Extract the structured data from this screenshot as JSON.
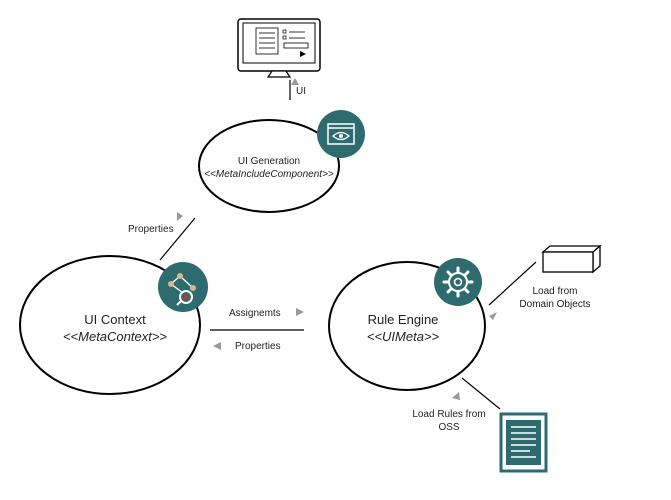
{
  "colors": {
    "accent": "#2e6b6f",
    "arrow": "#9a9a9a",
    "stroke": "#000000"
  },
  "nodes": {
    "ui_generation": {
      "title": "UI Generation",
      "subtitle": "<<MetaIncludeComponent>>",
      "icon": "eye-window-icon"
    },
    "ui_context": {
      "title": "UI Context",
      "subtitle": "<<MetaContext>>",
      "icon": "network-graph-icon"
    },
    "rule_engine": {
      "title": "Rule Engine",
      "subtitle": "<<UIMeta>>",
      "icon": "gear-icon"
    }
  },
  "labels": {
    "ui": "UI",
    "properties_top": "Properties",
    "assignments": "Assignemts",
    "properties_bottom": "Properties",
    "load_domain_line1": "Load from",
    "load_domain_line2": "Domain Objects",
    "load_rules_line1": "Load Rules from",
    "load_rules_line2": "OSS"
  },
  "icons": {
    "monitor": "monitor-icon",
    "domain_objects": "box-icon",
    "oss_document": "document-icon"
  }
}
